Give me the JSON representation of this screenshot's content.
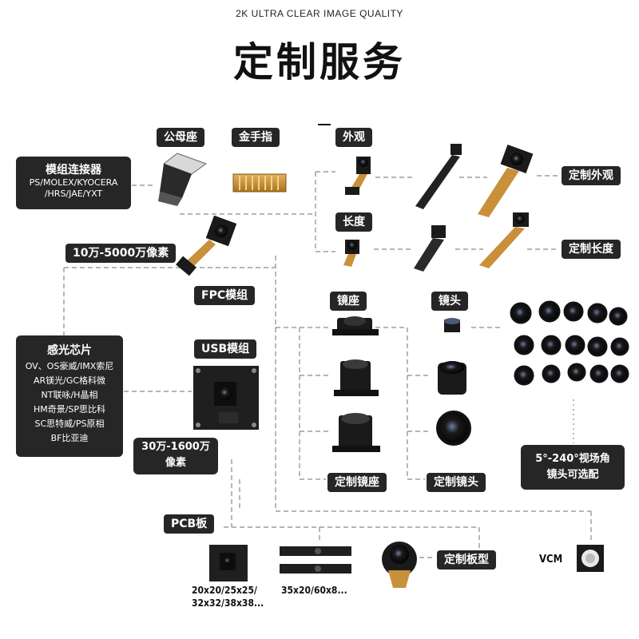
{
  "header": {
    "subtitle": "2K ULTRA CLEAR IMAGE QUALITY",
    "title": "定制服务"
  },
  "labels": {
    "female_male_socket": "公母座",
    "gold_finger": "金手指",
    "appearance": "外观",
    "length": "长度",
    "custom_appearance": "定制外观",
    "custom_length": "定制长度",
    "pixels_fpc": "10万-5000万像素",
    "fpc_module": "FPC模组",
    "lens_holder": "镜座",
    "lens": "镜头",
    "usb_module": "USB模组",
    "pixels_usb_line1": "30万-1600万",
    "pixels_usb_line2": "像素",
    "custom_lens_holder": "定制镜座",
    "custom_lens": "定制镜头",
    "pcb_board": "PCB板",
    "custom_board": "定制板型",
    "vcm": "VCM"
  },
  "connector_box": {
    "title": "模组连接器",
    "lines": [
      "PS/MOLEX/KYOCERA",
      "/HRS/JAE/YXT"
    ]
  },
  "sensor_box": {
    "title": "感光芯片",
    "lines": [
      "OV、OS豪威/IMX索尼",
      "AR镁光/GC格科微",
      "NT联咏/H晶相",
      "HM奇景/SP思比科",
      "SC思特威/PS原相",
      "BF比亚迪"
    ]
  },
  "fov_box": {
    "line1": "5°-240°视场角",
    "line2": "镜头可选配"
  },
  "pcb_sizes": {
    "square_line1": "20x20/25x25/",
    "square_line2": "32x32/38x38...",
    "strip": "35x20/60x8..."
  },
  "colors": {
    "label_bg": "#262626",
    "flex_orange": "#c9903a",
    "pcb_black": "#1f1f1f",
    "line_gray": "#8a8a8a"
  }
}
